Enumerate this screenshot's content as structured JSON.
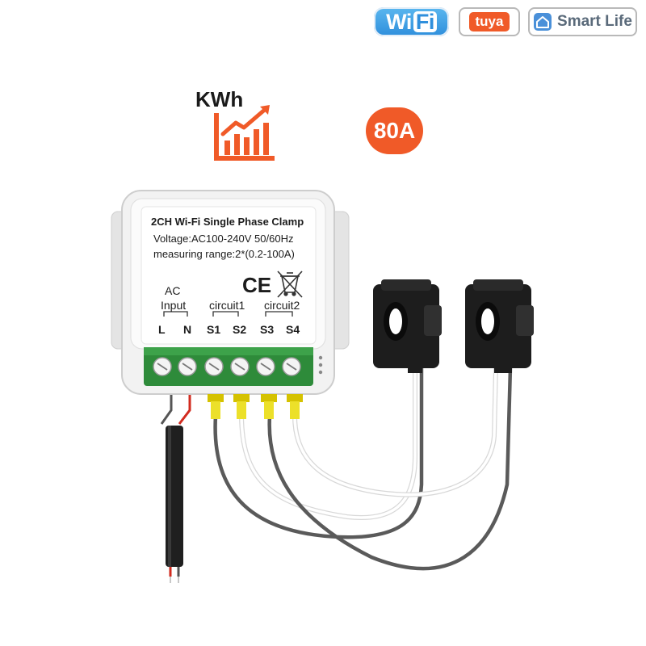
{
  "badges": {
    "wifi": "Wi-Fi",
    "wifi_a": "Wi",
    "wifi_b": "Fi",
    "tuya": "tuya",
    "smart_life": "Smart Life"
  },
  "energy_label": "KWh",
  "amp_rating": "80A",
  "device": {
    "title": "2CH Wi-Fi Single Phase Clamp",
    "voltage": "Voltage:AC100-240V 50/60Hz",
    "range": "measuring range:2*(0.2-100A)",
    "ce_mark": "CE",
    "ac_input_line1": "AC",
    "ac_input_line2": "Input",
    "circuit1": "circuit1",
    "circuit2": "circuit2",
    "terminals": [
      "L",
      "N",
      "S1",
      "S2",
      "S3",
      "S4"
    ]
  },
  "colors": {
    "accent": "#f05a28",
    "wifi_blue": "#2f8fdc",
    "terminal_green": "#2e8b3a",
    "wire_red": "#d22b1f",
    "connector_yellow": "#e8d21a",
    "clamp_black": "#1d1d1d"
  },
  "icons": [
    "wifi-logo-icon",
    "tuya-logo-icon",
    "home-icon",
    "rising-chart-icon",
    "ce-mark-icon",
    "crossed-bin-icon"
  ]
}
